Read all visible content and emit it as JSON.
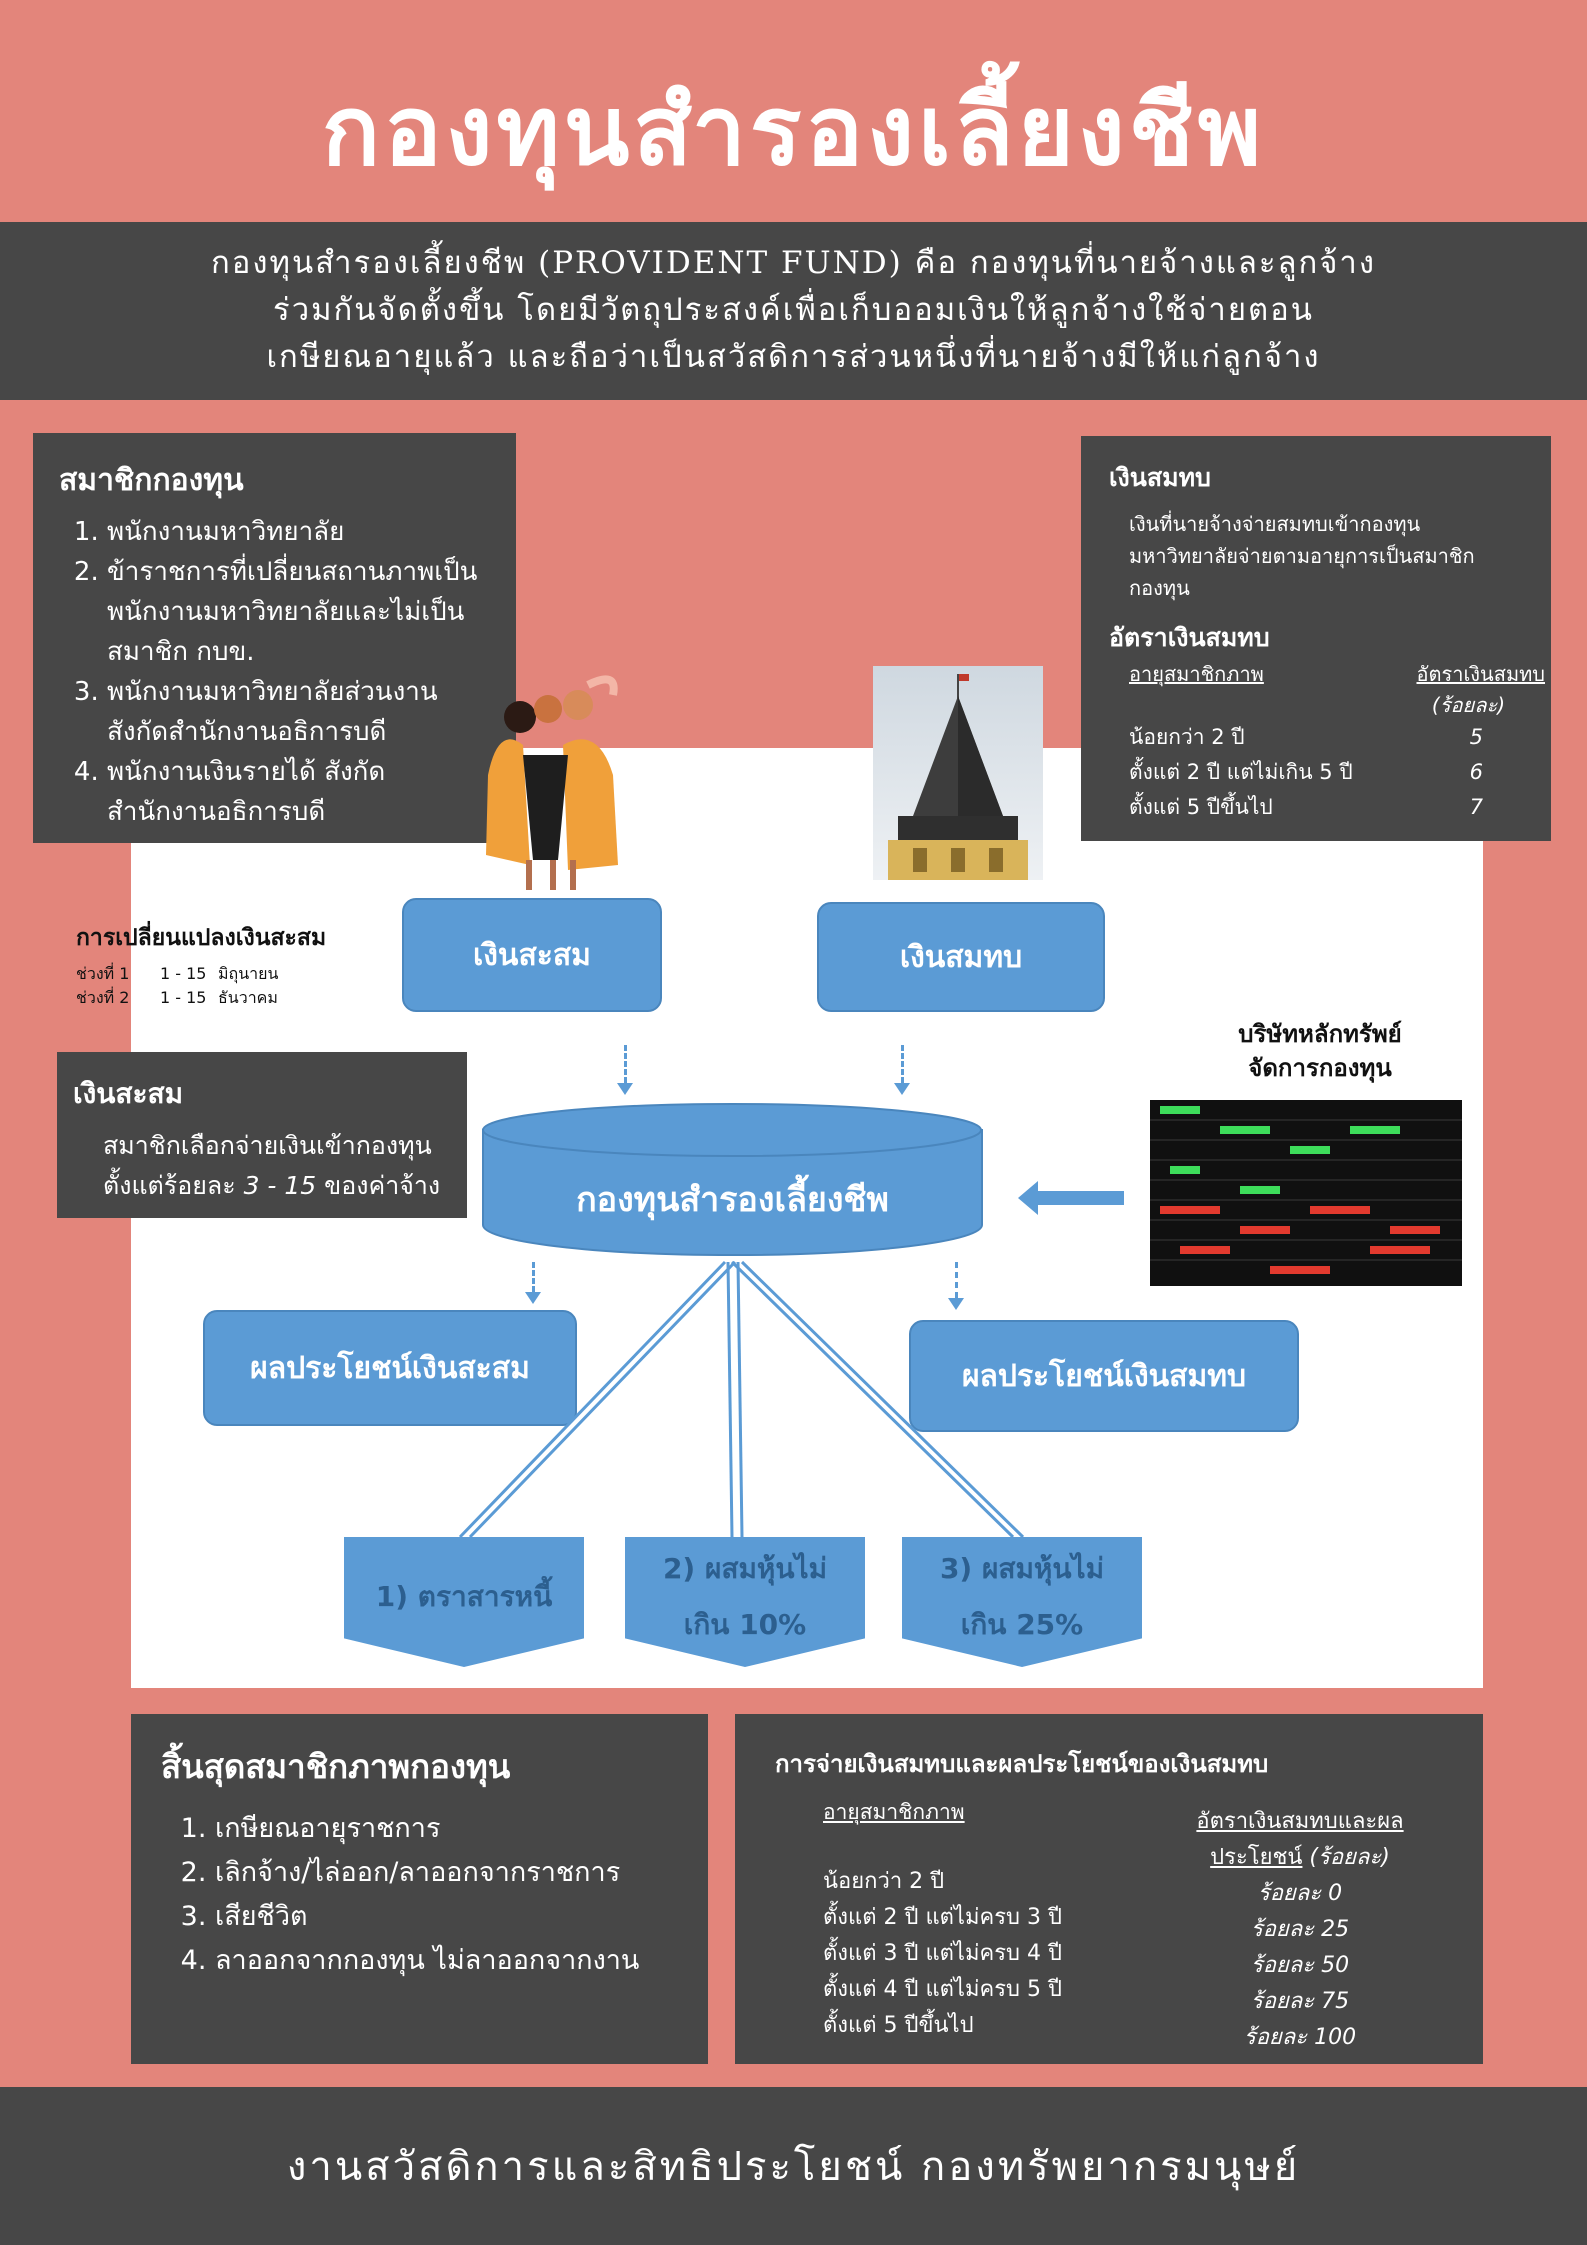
{
  "title": "กองทุนสำรองเลี้ยงชีพ",
  "intro": {
    "line1": "กองทุนสำรองเลี้ยงชีพ (PROVIDENT FUND) คือ กองทุนที่นายจ้างและลูกจ้าง",
    "line2": "ร่วมกันจัดตั้งขึ้น โดยมีวัตถุประสงค์เพื่อเก็บออมเงินให้ลูกจ้างใช้จ่ายตอน",
    "line3": "เกษียณอายุแล้ว และถือว่าเป็นสวัสดิการส่วนหนึ่งที่นายจ้างมีให้แก่ลูกจ้าง"
  },
  "members": {
    "heading": "สมาชิกกองทุน",
    "items": [
      "พนักงานมหาวิทยาลัย",
      "ข้าราชการที่เปลี่ยนสถานภาพเป็นพนักงานมหาวิทยาลัยและไม่เป็นสมาชิก กบข.",
      "พนักงานมหาวิทยาลัยส่วนงานสังกัดสำนักงานอธิการบดี",
      "พนักงานเงินรายได้ สังกัดสำนักงานอธิการบดี"
    ]
  },
  "contribution": {
    "heading": "เงินสมทบ",
    "text": "เงินที่นายจ้างจ่ายสมทบเข้ากองทุนมหาวิทยาลัยจ่ายตามอายุการเป็นสมาชิกกองทุน",
    "rate_heading": "อัตราเงินสมทบ",
    "col_age": "อายุสมาชิกภาพ",
    "col_rate": "อัตราเงินสมทบ",
    "col_rate_unit": "(ร้อยละ)",
    "rows": [
      {
        "age": "น้อยกว่า 2 ปี",
        "rate": "5"
      },
      {
        "age": "ตั้งแต่ 2 ปี แต่ไม่เกิน 5 ปี",
        "rate": "6"
      },
      {
        "age": "ตั้งแต่ 5 ปีขึ้นไป",
        "rate": "7"
      }
    ]
  },
  "change": {
    "heading": "การเปลี่ยนแปลงเงินสะสม",
    "periods": [
      {
        "label": "ช่วงที่ 1",
        "range": "1 - 15",
        "month": "มิถุนายน"
      },
      {
        "label": "ช่วงที่ 2",
        "range": "1 - 15",
        "month": "ธันวาคม"
      }
    ]
  },
  "savings": {
    "heading": "เงินสะสม",
    "line1": "สมาชิกเลือกจ่ายเงินเข้ากองทุน",
    "line2_pre": "ตั้งแต่ร้อยละ ",
    "line2_range": "3 - 15",
    "line2_post": " ของค่าจ้าง"
  },
  "diagram": {
    "box_savings": "เงินสะสม",
    "box_contribution": "เงินสมทบ",
    "fund": "กองทุนสำรองเลี้ยงชีพ",
    "manager_line1": "บริษัทหลักทรัพย์",
    "manager_line2": "จัดการกองทุน",
    "benefit_savings": "ผลประโยชน์เงินสะสม",
    "benefit_contribution": "ผลประโยชน์เงินสมทบ",
    "plans": [
      {
        "line1": "1) ตราสารหนี้",
        "line2": ""
      },
      {
        "line1": "2) ผสมหุ้นไม่",
        "line2": "เกิน 10%"
      },
      {
        "line1": "3) ผสมหุ้นไม่",
        "line2": "เกิน 25%"
      }
    ]
  },
  "termination": {
    "heading": "สิ้นสุดสมาชิกภาพกองทุน",
    "items": [
      "เกษียณอายุราชการ",
      "เลิกจ้าง/ไล่ออก/ลาออกจากราชการ",
      "เสียชีวิต",
      "ลาออกจากกองทุน ไม่ลาออกจากงาน"
    ]
  },
  "payout": {
    "heading": "การจ่ายเงินสมทบและผลประโยชน์ของเงินสมทบ",
    "col_age": "อายุสมาชิกภาพ",
    "col_rate_a": "อัตราเงินสมทบและผล",
    "col_rate_b": "ประโยชน์",
    "col_rate_unit": " (ร้อยละ)",
    "rows": [
      {
        "age": "น้อยกว่า 2 ปี",
        "rate": "ร้อยละ 0"
      },
      {
        "age": "ตั้งแต่ 2 ปี แต่ไม่ครบ 3 ปี",
        "rate": "ร้อยละ 25"
      },
      {
        "age": "ตั้งแต่ 3 ปี แต่ไม่ครบ 4 ปี",
        "rate": "ร้อยละ 50"
      },
      {
        "age": "ตั้งแต่ 4 ปี แต่ไม่ครบ 5 ปี",
        "rate": "ร้อยละ 75"
      },
      {
        "age": "ตั้งแต่ 5 ปีขึ้นไป",
        "rate": "ร้อยละ 100"
      }
    ]
  },
  "footer": "งานสวัสดิการและสิทธิประโยชน์ กองทรัพยากรมนุษย์",
  "colors": {
    "background": "#e3857b",
    "dark": "#474747",
    "blue": "#5b9bd5"
  }
}
